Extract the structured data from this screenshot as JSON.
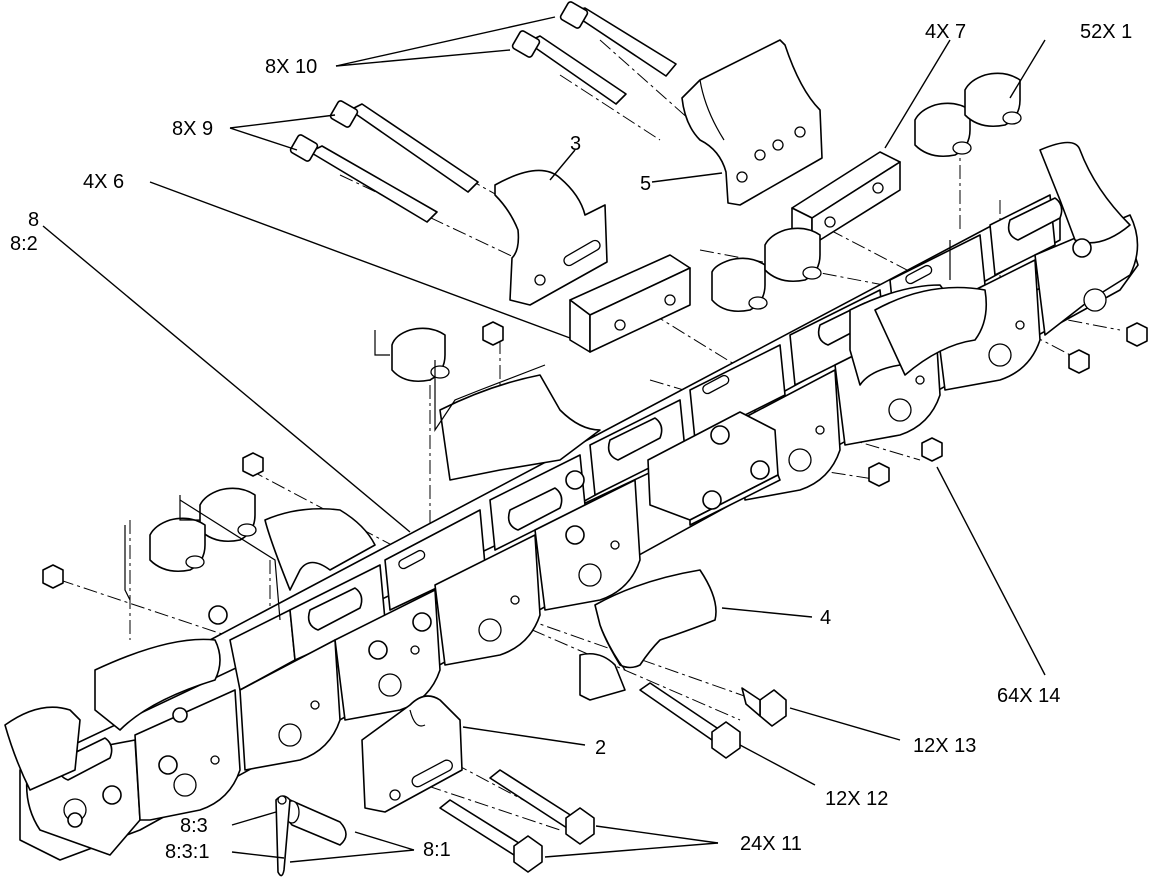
{
  "diagram": {
    "labels": {
      "l_8x10": "8X 10",
      "l_52x1": "52X 1",
      "l_4x7": "4X 7",
      "l_8x9": "8X 9",
      "l_3": "3",
      "l_5": "5",
      "l_4x6": "4X 6",
      "l_8": "8",
      "l_8_2": "8:2",
      "l_4": "4",
      "l_64x14": "64X 14",
      "l_12x13": "12X 13",
      "l_2": "2",
      "l_12x12": "12X 12",
      "l_24x11": "24X 11",
      "l_8_3": "8:3",
      "l_8_3_1": "8:3:1",
      "l_8_1": "8:1"
    }
  }
}
